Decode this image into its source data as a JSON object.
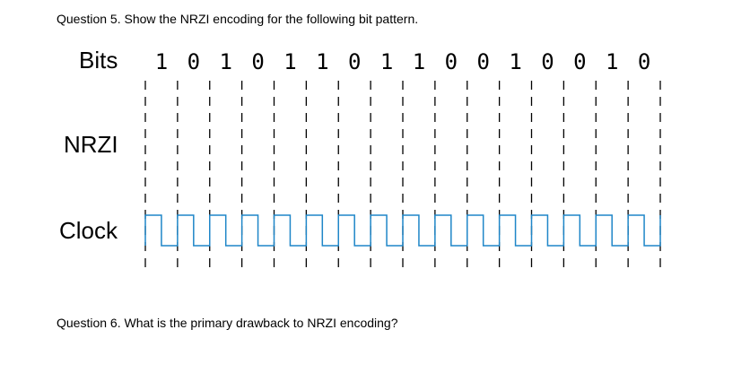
{
  "questions": {
    "q5": "Question 5. Show the NRZI encoding for the following bit pattern.",
    "q6": "Question 6. What is the primary drawback to NRZI encoding?"
  },
  "rows": {
    "bits_label": "Bits",
    "nrzi_label": "NRZI",
    "clock_label": "Clock"
  },
  "bit_pattern": [
    "1",
    "0",
    "1",
    "0",
    "1",
    "1",
    "0",
    "1",
    "1",
    "0",
    "0",
    "1",
    "0",
    "0",
    "1",
    "0"
  ],
  "colors": {
    "clock": "#1f86c8",
    "divider": "#000000"
  }
}
